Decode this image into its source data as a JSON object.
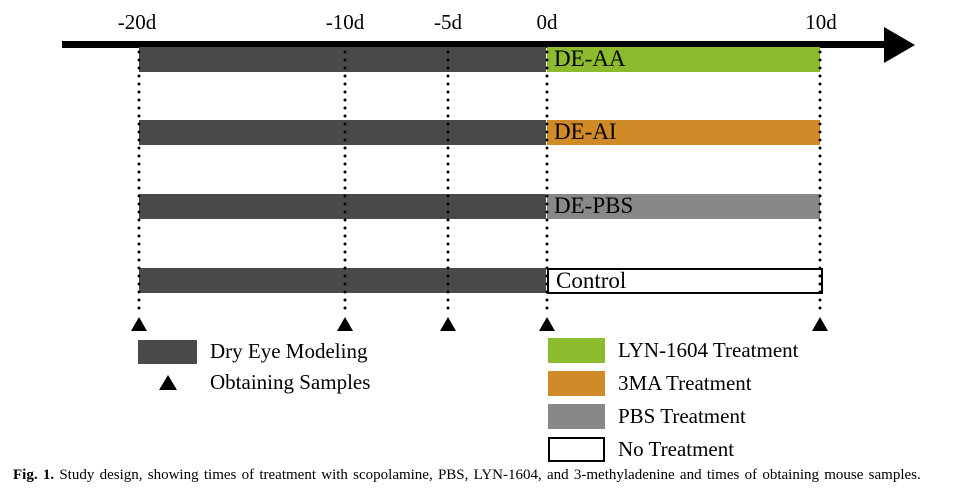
{
  "timeline": {
    "ticks": [
      {
        "label": "-20d"
      },
      {
        "label": "-10d"
      },
      {
        "label": "-5d"
      },
      {
        "label": "0d"
      },
      {
        "label": "10d"
      }
    ],
    "sample_marker_times": [
      "-20d",
      "-10d",
      "-5d",
      "0d",
      "10d"
    ],
    "modeling_span": "-20d to 0d",
    "treatment_span": "0d to 10d"
  },
  "rows": [
    {
      "label": "DE-AA",
      "color": "#8cbb2e"
    },
    {
      "label": "DE-AI",
      "color": "#d08a28"
    },
    {
      "label": "DE-PBS",
      "color": "#888888"
    },
    {
      "label": "Control",
      "color": "#ffffff"
    }
  ],
  "legend_markers": {
    "items": [
      {
        "label": "Dry Eye Modeling",
        "color": "#4a4a4a"
      },
      {
        "label": "Obtaining Samples",
        "marker": "triangle"
      }
    ]
  },
  "legend_treatments": {
    "items": [
      {
        "label": "LYN-1604 Treatment",
        "color": "#8cbb2e"
      },
      {
        "label": "3MA Treatment",
        "color": "#d08a28"
      },
      {
        "label": "PBS Treatment",
        "color": "#888888"
      },
      {
        "label": "No Treatment",
        "color": "#ffffff"
      }
    ]
  },
  "colors": {
    "dark_gray": "#4a4a4a",
    "green": "#8cbb2e",
    "orange": "#d08a28",
    "gray": "#888888",
    "white": "#ffffff",
    "black": "#000000"
  },
  "caption": {
    "label": "Fig. 1.",
    "text": "Study design, showing times of treatment with scopolamine, PBS, LYN-1604, and 3-methyladenine and times of obtaining mouse samples."
  }
}
